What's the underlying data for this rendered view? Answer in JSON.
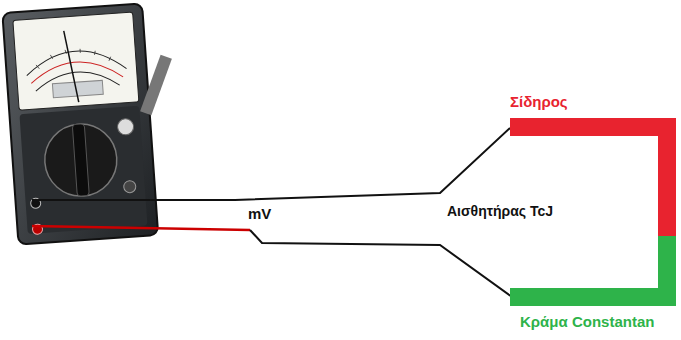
{
  "diagram": {
    "labels": [
      "mV",
      "Σίδηρος",
      "Αισθητήρας TcJ",
      "Κράμα Constantan"
    ]
  }
}
